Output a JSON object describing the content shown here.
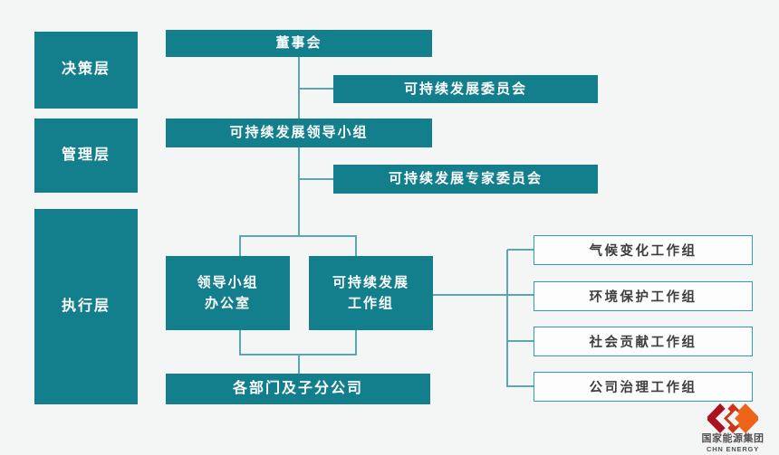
{
  "layers": [
    {
      "label": "决策层"
    },
    {
      "label": "管理层"
    },
    {
      "label": "执行层"
    }
  ],
  "nodes": {
    "board": "董事会",
    "sd_committee": "可持续发展委员会",
    "sd_leading_group": "可持续发展领导小组",
    "sd_expert_committee": "可持续发展专家委员会",
    "leading_group_office": "领导小组\n办公室",
    "sd_working_group": "可持续发展\n工作组",
    "departments": "各部门及子分公司",
    "work_groups": [
      "气候变化工作组",
      "环境保护工作组",
      "社会贡献工作组",
      "公司治理工作组"
    ]
  },
  "logo": {
    "name_cn": "国家能源集团",
    "name_en": "CHN ENERGY"
  },
  "colors": {
    "background": "#f4f5f5",
    "box_teal": "#137f8d",
    "line_teal": "#5aa7b2",
    "outline_teal": "#2e9fab",
    "white_box_bg": "#fdfdfd",
    "dark_text": "#3d3d3d",
    "white_text": "#ffffff",
    "logo_red": "#aa1220",
    "logo_orange": "#ec6418",
    "logo_text": "#575252"
  }
}
